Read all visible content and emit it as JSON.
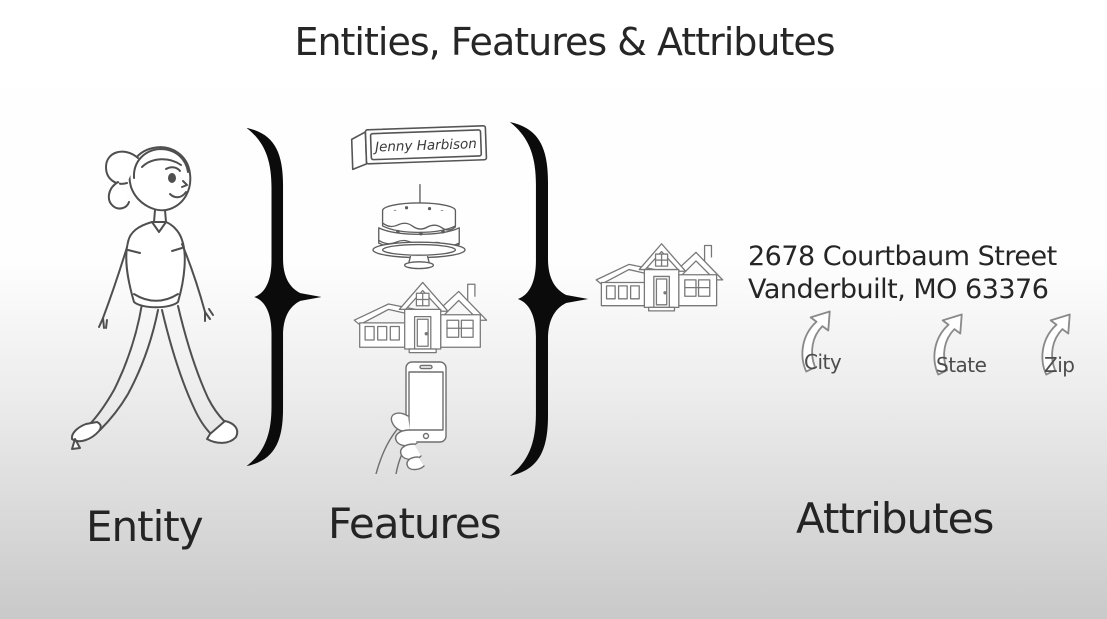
{
  "title": "Entities, Features & Attributes",
  "sections": {
    "entity": {
      "label": "Entity",
      "illustration": "walking-woman"
    },
    "features": {
      "label": "Features",
      "name_tag_text": "Jenny Harbison",
      "items": [
        "name-tag",
        "birthday-cake",
        "house",
        "smartphone-in-hand"
      ]
    },
    "attributes": {
      "label": "Attributes",
      "illustration": "house",
      "address": {
        "line1": "2678 Courtbaum Street",
        "line2": "Vanderbuilt, MO 63376"
      },
      "annotations": [
        {
          "label": "City"
        },
        {
          "label": "State"
        },
        {
          "label": "Zip"
        }
      ]
    }
  },
  "decorations": {
    "brace_glyph": "}",
    "colors": {
      "ink": "#262626",
      "sketch": "#666666",
      "brace": "#0b0b0b",
      "background_bottom": "#c9c9c9"
    }
  }
}
